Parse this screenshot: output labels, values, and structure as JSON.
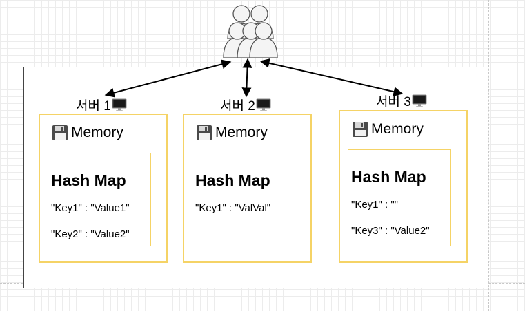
{
  "icons": {
    "users": "users-icon",
    "computer": "desktop-computer-icon",
    "memory": "floppy-disk-icon"
  },
  "colors": {
    "memory_border": "#f5d366",
    "arrow": "#000000",
    "outer_border": "#444444"
  },
  "servers": [
    {
      "label": "서버 1",
      "memory_label": "Memory",
      "hash_title": "Hash Map",
      "entries": [
        "\"Key1\" : \"Value1\"",
        "\"Key2\" : \"Value2\""
      ]
    },
    {
      "label": "서버 2",
      "memory_label": "Memory",
      "hash_title": "Hash Map",
      "entries": [
        "\"Key1\" : \"ValVal\""
      ]
    },
    {
      "label": "서버 3",
      "memory_label": "Memory",
      "hash_title": "Hash Map",
      "entries": [
        "\"Key1\" : \"\"",
        "\"Key3\" : \"Value2\""
      ]
    }
  ]
}
